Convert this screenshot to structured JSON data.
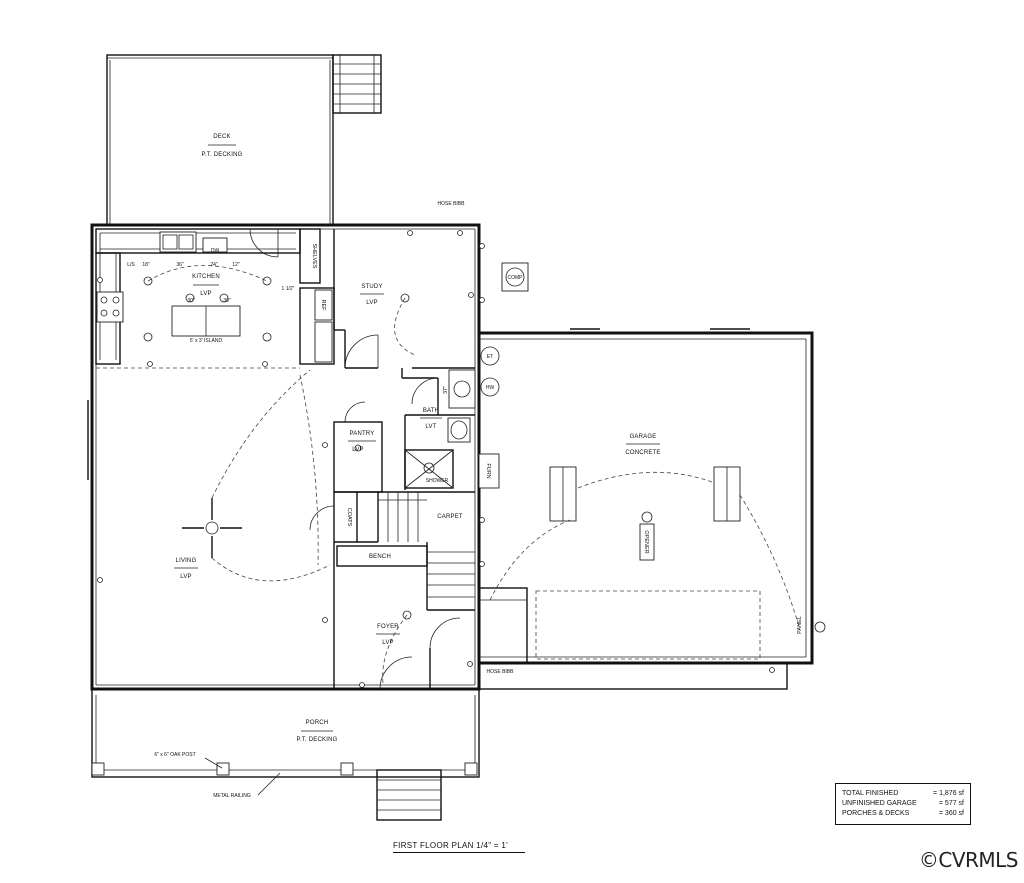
{
  "rooms": {
    "deck": {
      "name": "DECK",
      "finish": "P.T. DECKING"
    },
    "kitchen": {
      "name": "KITCHEN",
      "finish": "LVP"
    },
    "study": {
      "name": "STUDY",
      "finish": "LVP"
    },
    "garage": {
      "name": "GARAGE",
      "finish": "CONCRETE"
    },
    "living": {
      "name": "LIVING",
      "finish": "LVP"
    },
    "pantry": {
      "name": "PANTRY",
      "finish": "LVP"
    },
    "bath": {
      "name": "BATH",
      "finish": "LVT"
    },
    "foyer": {
      "name": "FOYER",
      "finish": "LVP"
    },
    "porch": {
      "name": "PORCH",
      "finish": "P.T. DECKING"
    }
  },
  "labels": {
    "island": "5' x 3' ISLAND",
    "shelves": "SHELVES",
    "coats": "COATS",
    "bench": "BENCH",
    "carpet": "CARPET",
    "shower": "SHOWER",
    "furn": "FURN",
    "opener": "OPENER",
    "panel": "PANEL",
    "comp": "COMP",
    "et": "ET",
    "hw": "HW",
    "hose_bibb": "HOSE BIBB",
    "dw": "DW",
    "ref": "REF",
    "oak_post": "6\" x 6\" OAK POST",
    "metal_railing": "METAL RAILING",
    "ls": "L/S",
    "dim_18": "18\"",
    "dim_36": "36\"",
    "dim_24": "24\"",
    "dim_12": "12\"",
    "dim_30a": "30\"",
    "dim_30b": "30\"",
    "dim_1half": "1 1/2\"",
    "dim_37": "37\""
  },
  "summary": [
    {
      "label": "TOTAL FINISHED",
      "value": "= 1,876 sf"
    },
    {
      "label": "UNFINISHED GARAGE",
      "value": "= 577 sf"
    },
    {
      "label": "PORCHES & DECKS",
      "value": "= 360 sf"
    }
  ],
  "plan_title": "FIRST FLOOR PLAN 1/4\" = 1'",
  "watermark": "©CVRMLS"
}
